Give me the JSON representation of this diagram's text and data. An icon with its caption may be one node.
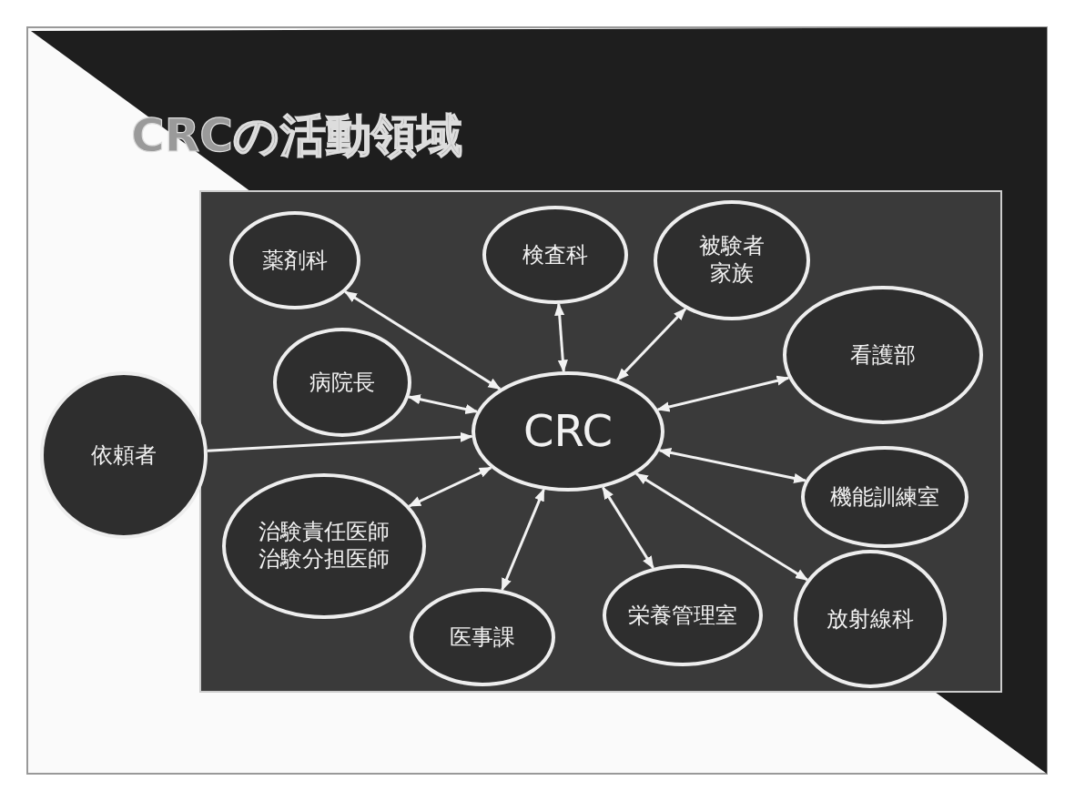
{
  "diagram": {
    "title": "CRCの活動領域",
    "nodes": [
      {
        "text": [
          "薬剤科"
        ]
      },
      {
        "text": [
          "検査科"
        ]
      },
      {
        "text": [
          "被験者家族"
        ]
      },
      {
        "text": [
          "看護部"
        ]
      },
      {
        "text": [
          "病院長"
        ]
      },
      {
        "text": [
          "依頼者"
        ]
      },
      {
        "text": [
          "CRC"
        ]
      },
      {
        "text": [
          "機能訓練室"
        ]
      },
      {
        "text": [
          "治験責任医師治験分担医師"
        ]
      },
      {
        "text": [
          "医事課"
        ]
      },
      {
        "text": [
          "栄養管理室"
        ]
      },
      {
        "text": [
          "放射線科"
        ]
      }
    ],
    "edges": [
      {
        "from": 6,
        "to": 0,
        "arrow": "both"
      },
      {
        "from": 6,
        "to": 1,
        "arrow": "both"
      },
      {
        "from": 6,
        "to": 2,
        "arrow": "both"
      },
      {
        "from": 6,
        "to": 3,
        "arrow": "both"
      },
      {
        "from": 6,
        "to": 4,
        "arrow": "both"
      },
      {
        "from": 5,
        "to": 6,
        "arrow": "to"
      },
      {
        "from": 6,
        "to": 7,
        "arrow": "both"
      },
      {
        "from": 6,
        "to": 8,
        "arrow": "both"
      },
      {
        "from": 6,
        "to": 9,
        "arrow": "both"
      },
      {
        "from": 6,
        "to": 10,
        "arrow": "both"
      },
      {
        "from": 6,
        "to": 11,
        "arrow": "both"
      }
    ]
  }
}
